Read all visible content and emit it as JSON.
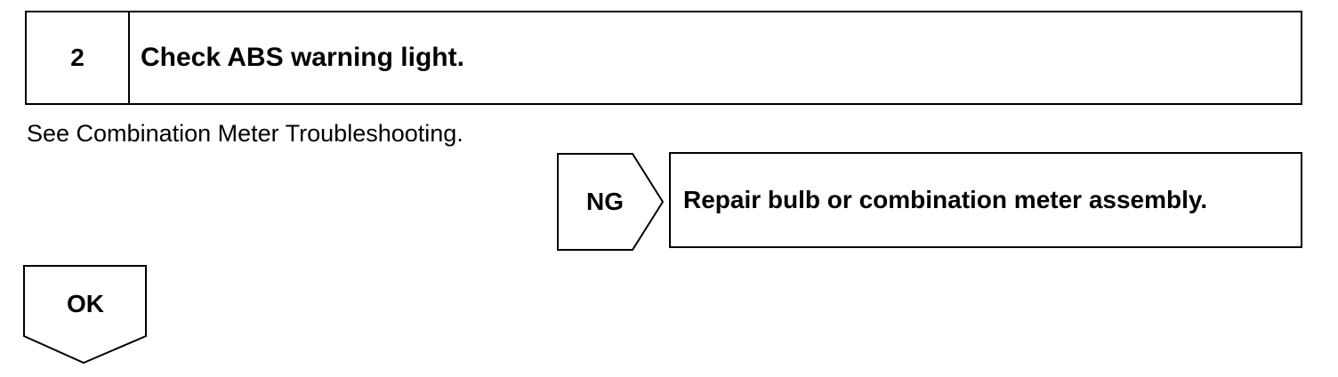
{
  "step": {
    "number": "2",
    "title": "Check ABS warning light."
  },
  "note": "See Combination Meter Troubleshooting.",
  "ng": {
    "label": "NG",
    "result": "Repair bulb or combination meter assembly."
  },
  "ok": {
    "label": "OK"
  }
}
